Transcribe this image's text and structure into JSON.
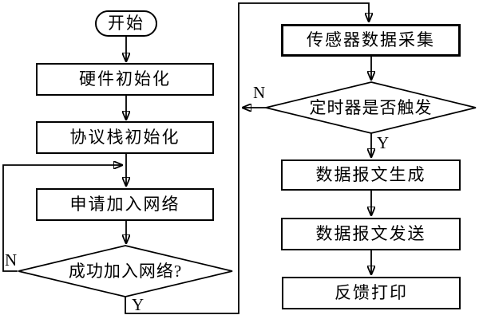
{
  "canvas": {
    "background": "#ffffff",
    "line_color": "#000000",
    "node_fill": "#ffffff"
  },
  "nodes": {
    "start": {
      "label": "开始",
      "type": "terminator"
    },
    "hw_init": {
      "label": "硬件初始化",
      "type": "process"
    },
    "stack_init": {
      "label": "协议栈初始化",
      "type": "process"
    },
    "join_network": {
      "label": "申请加入网络",
      "type": "process"
    },
    "join_check": {
      "label": "成功加入网络?",
      "type": "decision"
    },
    "sensor_collect": {
      "label": "传感器数据采集",
      "type": "process"
    },
    "timer_check": {
      "label": "定时器是否触发",
      "type": "decision"
    },
    "packet_generate": {
      "label": "数据报文生成",
      "type": "process"
    },
    "packet_send": {
      "label": "数据报文发送",
      "type": "process"
    },
    "feedback_print": {
      "label": "反馈打印",
      "type": "process"
    }
  },
  "edges": [
    {
      "from": "start",
      "to": "hw_init",
      "label": ""
    },
    {
      "from": "hw_init",
      "to": "stack_init",
      "label": ""
    },
    {
      "from": "stack_init",
      "to": "join_network",
      "label": ""
    },
    {
      "from": "join_network",
      "to": "join_check",
      "label": ""
    },
    {
      "from": "join_check",
      "to": "join_network",
      "label": "N"
    },
    {
      "from": "join_check",
      "to": "sensor_collect",
      "label": "Y"
    },
    {
      "from": "sensor_collect",
      "to": "timer_check",
      "label": ""
    },
    {
      "from": "timer_check",
      "to": "sensor_collect",
      "label": "N"
    },
    {
      "from": "timer_check",
      "to": "packet_generate",
      "label": "Y"
    },
    {
      "from": "packet_generate",
      "to": "packet_send",
      "label": ""
    },
    {
      "from": "packet_send",
      "to": "feedback_print",
      "label": ""
    }
  ]
}
